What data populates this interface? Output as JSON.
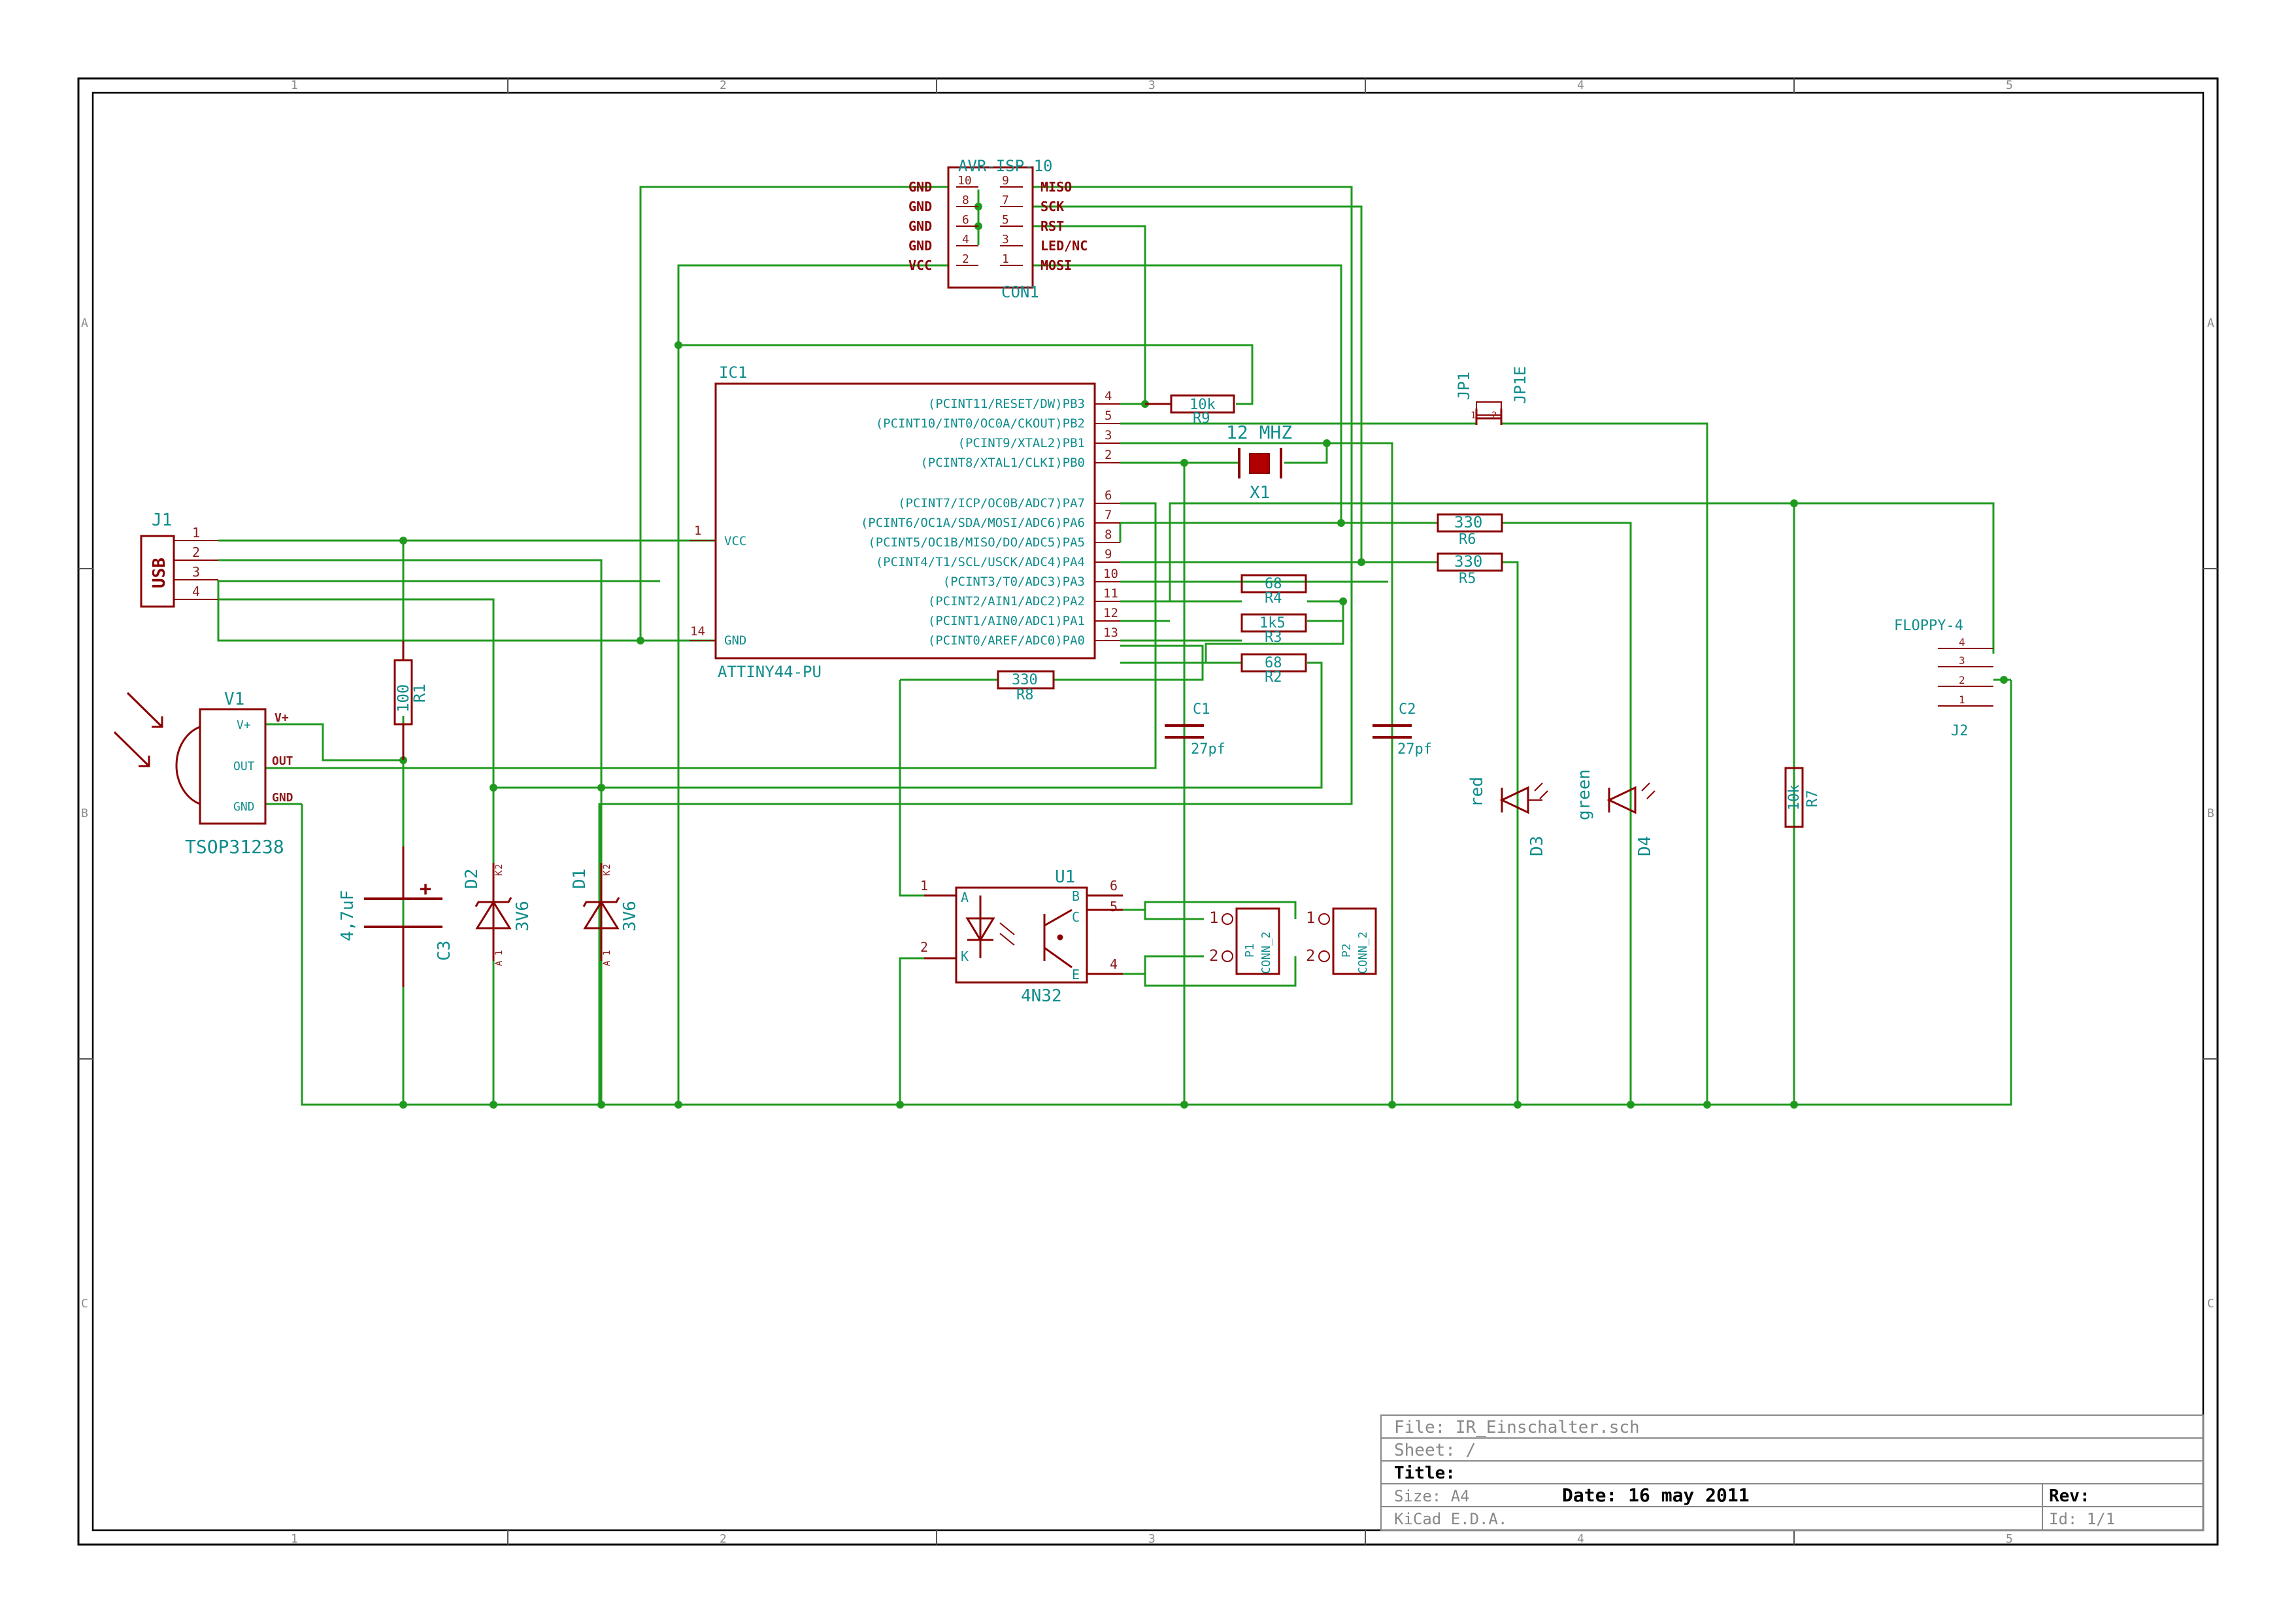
{
  "frame": {
    "col_labels": [
      "1",
      "2",
      "3",
      "4",
      "5"
    ],
    "row_labels": [
      "A",
      "B",
      "C"
    ]
  },
  "title_block": {
    "file": "File: IR_Einschalter.sch",
    "sheet": "Sheet: /",
    "title": "Title:",
    "size": "Size: A4",
    "date": "Date: 16 may 2011",
    "rev": "Rev:",
    "tool": "KiCad E.D.A.",
    "id": "Id: 1/1"
  },
  "components": {
    "con1": {
      "ref": "CON1",
      "value": "AVR-ISP-10",
      "left_pins": [
        {
          "num": "10",
          "name": "GND"
        },
        {
          "num": "8",
          "name": "GND"
        },
        {
          "num": "6",
          "name": "GND"
        },
        {
          "num": "4",
          "name": "GND"
        },
        {
          "num": "2",
          "name": "VCC"
        }
      ],
      "right_pins": [
        {
          "num": "9",
          "name": "MISO"
        },
        {
          "num": "7",
          "name": "SCK"
        },
        {
          "num": "5",
          "name": "RST"
        },
        {
          "num": "3",
          "name": "LED/NC"
        },
        {
          "num": "1",
          "name": "MOSI"
        }
      ]
    },
    "ic1": {
      "ref": "IC1",
      "value": "ATTINY44-PU",
      "right_pins": [
        {
          "num": "4",
          "name": "(PCINT11/RESET/DW)PB3"
        },
        {
          "num": "5",
          "name": "(PCINT10/INT0/OC0A/CKOUT)PB2"
        },
        {
          "num": "3",
          "name": "(PCINT9/XTAL2)PB1"
        },
        {
          "num": "2",
          "name": "(PCINT8/XTAL1/CLKI)PB0"
        },
        {
          "num": "6",
          "name": "(PCINT7/ICP/OC0B/ADC7)PA7"
        },
        {
          "num": "7",
          "name": "(PCINT6/OC1A/SDA/MOSI/ADC6)PA6"
        },
        {
          "num": "8",
          "name": "(PCINT5/OC1B/MISO/DO/ADC5)PA5"
        },
        {
          "num": "9",
          "name": "(PCINT4/T1/SCL/USCK/ADC4)PA4"
        },
        {
          "num": "10",
          "name": "(PCINT3/T0/ADC3)PA3"
        },
        {
          "num": "11",
          "name": "(PCINT2/AIN1/ADC2)PA2"
        },
        {
          "num": "12",
          "name": "(PCINT1/AIN0/ADC1)PA1"
        },
        {
          "num": "13",
          "name": "(PCINT0/AREF/ADC0)PA0"
        }
      ],
      "vcc_pin": {
        "num": "1",
        "name": "VCC"
      },
      "gnd_pin": {
        "num": "14",
        "name": "GND"
      }
    },
    "j1": {
      "ref": "J1",
      "value": "USB",
      "pins": [
        "1",
        "2",
        "3",
        "4"
      ]
    },
    "v1": {
      "ref": "V1",
      "value": "TSOP31238",
      "pins": [
        "V+",
        "OUT",
        "GND"
      ]
    },
    "r1": {
      "ref": "R1",
      "value": "100"
    },
    "r2": {
      "ref": "R2",
      "value": "68"
    },
    "r3": {
      "ref": "R3",
      "value": "1k5"
    },
    "r4": {
      "ref": "R4",
      "value": "68"
    },
    "r5": {
      "ref": "R5",
      "value": "330"
    },
    "r6": {
      "ref": "R6",
      "value": "330"
    },
    "r7": {
      "ref": "R7",
      "value": "10k"
    },
    "r8": {
      "ref": "R8",
      "value": "330"
    },
    "r9": {
      "ref": "R9",
      "value": "10k"
    },
    "x1": {
      "ref": "X1",
      "value": "12 MHZ"
    },
    "c1": {
      "ref": "C1",
      "value": "27pf"
    },
    "c2": {
      "ref": "C2",
      "value": "27pf"
    },
    "c3": {
      "ref": "C3",
      "value": "4,7uF",
      "plus": "+"
    },
    "d1": {
      "ref": "D1",
      "value": "3V6"
    },
    "d2": {
      "ref": "D2",
      "value": "3V6"
    },
    "d3": {
      "ref": "D3",
      "value": "red"
    },
    "d4": {
      "ref": "D4",
      "value": "green"
    },
    "diode_pin": {
      "k": "K",
      "a": "A",
      "one": "1",
      "two": "2"
    },
    "jp1": {
      "ref": "JP1",
      "value": "JP1E",
      "pins": [
        "1",
        "2"
      ]
    },
    "j2": {
      "ref": "J2",
      "value": "FLOPPY-4",
      "pins": [
        "4",
        "3",
        "2",
        "1"
      ]
    },
    "u1": {
      "ref": "U1",
      "value": "4N32",
      "pins": {
        "A": "A",
        "K": "K",
        "B": "B",
        "C": "C",
        "E": "E",
        "p1": "1",
        "p2": "2",
        "p4": "4",
        "p5": "5",
        "p6": "6"
      }
    },
    "p1": {
      "ref": "P1",
      "value": "CONN_2",
      "pins": [
        "1",
        "2"
      ]
    },
    "p2": {
      "ref": "P2",
      "value": "CONN_2",
      "pins": [
        "1",
        "2"
      ]
    }
  }
}
